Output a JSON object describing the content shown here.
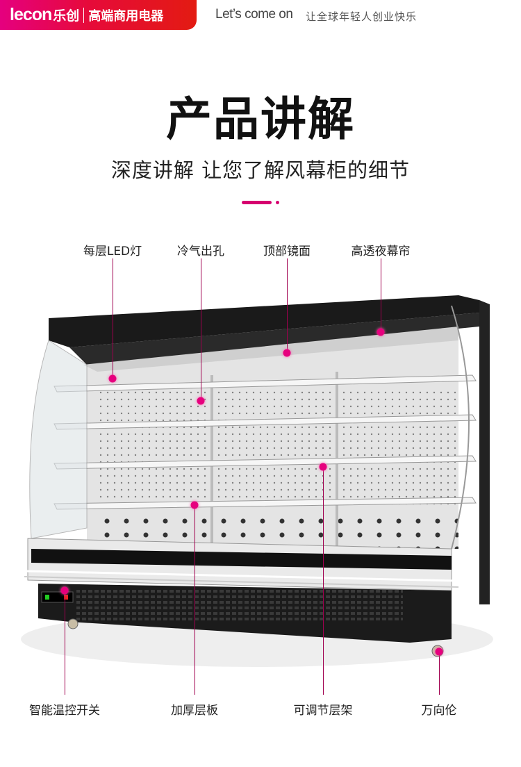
{
  "header": {
    "logo": "lecon",
    "logo_cn": "乐创",
    "tagline": "高端商用电器",
    "slogan": "Let’s come on",
    "slogan_cn": "让全球年轻人创业快乐"
  },
  "title": "产品讲解",
  "subtitle": "深度讲解 让您了解风幕柜的细节",
  "accent": "#e6007e",
  "callouts_top": [
    {
      "label": "每层LED灯"
    },
    {
      "label": "冷气出孔"
    },
    {
      "label": "顶部镜面"
    },
    {
      "label": "高透夜幕帘"
    }
  ],
  "callouts_bottom": [
    {
      "label": "智能温控开关"
    },
    {
      "label": "加厚层板"
    },
    {
      "label": "可调节层架"
    },
    {
      "label": "万向伦"
    }
  ]
}
